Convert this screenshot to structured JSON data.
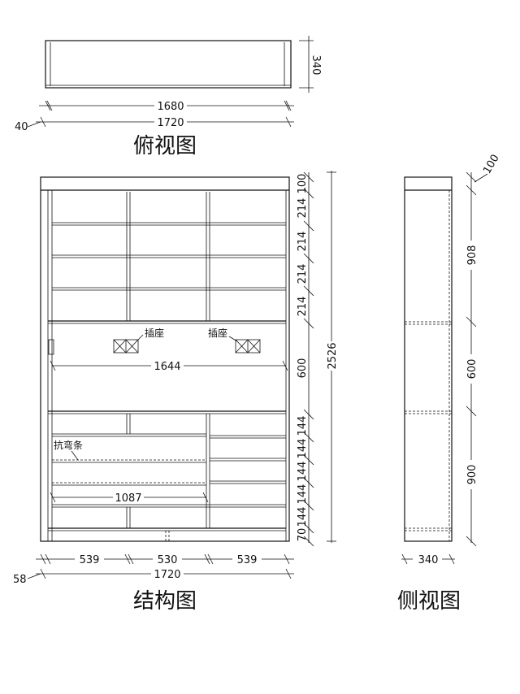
{
  "top_view": {
    "title": "俯视图",
    "dims": {
      "depth": "340",
      "inner_width": "1680",
      "total_width": "1720",
      "side": "40"
    }
  },
  "structure_view": {
    "title": "结构图",
    "dims": {
      "height": "2526",
      "heights": [
        "100",
        "214",
        "214",
        "214",
        "214",
        "600",
        "144",
        "144",
        "144",
        "144",
        "144",
        "70"
      ],
      "inner_width": "1644",
      "columns": [
        "539",
        "530",
        "539"
      ],
      "total_width": "1720",
      "side": "58",
      "shelf_width": "1087"
    },
    "labels": {
      "socket1": "插座",
      "socket2": "插座",
      "anti_bend": "抗弯条"
    }
  },
  "side_view": {
    "title": "侧视图",
    "dims": {
      "top": "100",
      "upper": "908",
      "middle": "600",
      "lower": "900",
      "depth": "340"
    }
  }
}
